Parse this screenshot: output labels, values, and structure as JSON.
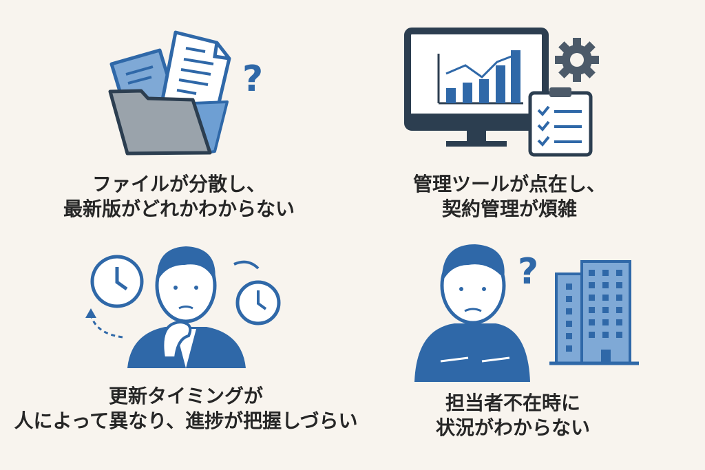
{
  "panels": [
    {
      "id": "files",
      "line1": "ファイルが分散し、",
      "line2": "最新版がどれかわからない",
      "icons": [
        "folder-icon",
        "document-icon",
        "question-mark-icon"
      ]
    },
    {
      "id": "tools",
      "line1": "管理ツールが点在し、",
      "line2": "契約管理が煩雑",
      "icons": [
        "monitor-chart-icon",
        "gear-icon",
        "clipboard-checklist-icon"
      ]
    },
    {
      "id": "timing",
      "line1": "更新タイミングが",
      "line2": "人によって異なり、進捗が把握しづらい",
      "icons": [
        "clock-icon",
        "worried-man-icon",
        "clock-icon"
      ]
    },
    {
      "id": "absence",
      "line1": "担当者不在時に",
      "line2": "状況がわからない",
      "icons": [
        "confused-person-icon",
        "question-mark-icon",
        "building-icon"
      ]
    }
  ],
  "question_mark": "?",
  "colors": {
    "background": "#f8f4ee",
    "blue": "#2f68a8",
    "light_blue": "#7fa9d6",
    "dark": "#2c3e50",
    "gray": "#9aa3ab"
  }
}
